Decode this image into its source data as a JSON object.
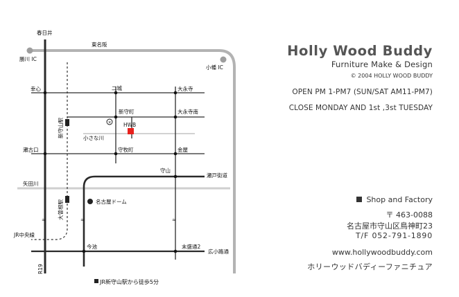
{
  "brand": "Holly Wood Buddy",
  "tagline": "Furniture Make & Design",
  "copyright": "© 2004 HOLLY WOOD BUDDY",
  "hours": "OPEN  PM 1-PM7 (SUN/SAT AM11-PM7)",
  "closed": "CLOSE   MONDAY AND 1st ,3st TUESDAY",
  "shop_heading": "Shop and Factory",
  "postal": "〒 463-0088",
  "address": "名古屋市守山区鳥神町23",
  "phone": "T/F  052-791-1890",
  "website": "www.hollywoodbuddy.com",
  "katakana": "ホリーウッドバディーファニチュア",
  "map": {
    "labels": {
      "kasugai": "春日井",
      "tomeihan": "東名阪",
      "katsugawa_ic": "勝川 IC",
      "komaki_ic": "小幡 IC",
      "koushin": "幸心",
      "nijo": "二城",
      "daieiji": "大永寺",
      "shinmoriyama_st": "新守山駅",
      "shinmoricho": "新守町",
      "daieiji_minami": "大永寺南",
      "hwb": "HWB",
      "chiisana_kawa": "小さな川",
      "sekoguchi": "瀬古口",
      "moriyamamachi": "守牧町",
      "kanaya": "金屋",
      "moriyama": "守山",
      "seto_kaido": "瀬戸街道",
      "yadagawa": "矢田川",
      "ozone_st": "大曽根駅",
      "nagoya_dome": "名古屋ドーム",
      "jr_chuo": "JR中央線",
      "imaike": "今池",
      "suemori2": "末盛通2",
      "hirokoji": "広小路通",
      "r19": "R19",
      "walk": "JR新守山駅から徒歩5分"
    },
    "colors": {
      "road": "#2a2a2a",
      "expressway": "#b3b3b3",
      "river": "#cfcfcf",
      "hwb_marker": "#e8211d"
    }
  }
}
